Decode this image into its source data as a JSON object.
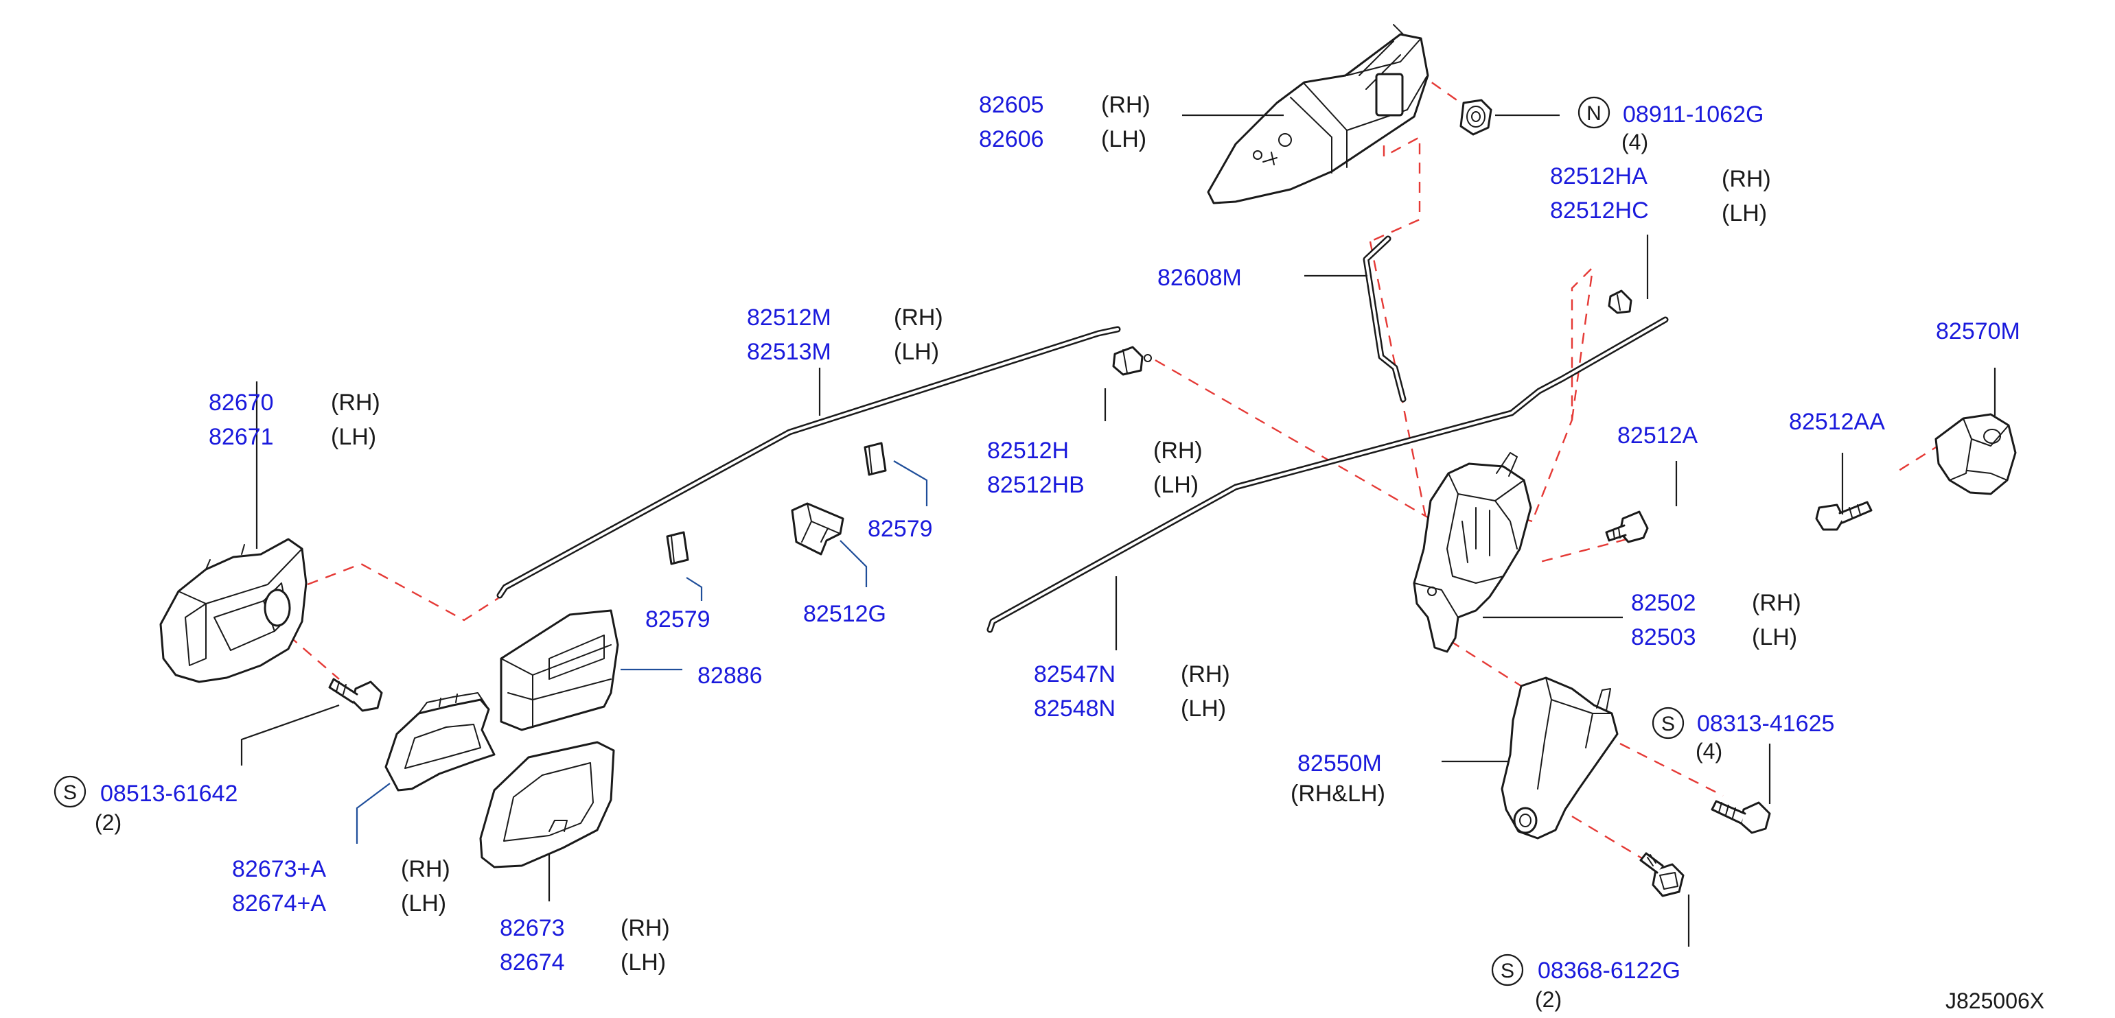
{
  "diagram_id": "J825006X",
  "callouts": {
    "c82605": {
      "part": "82605",
      "side": "(RH)"
    },
    "c82606": {
      "part": "82606",
      "side": "(LH)"
    },
    "c08911": {
      "prefix": "N",
      "part": "08911-1062G",
      "qty": "(4)"
    },
    "c82512HA": {
      "part": "82512HA",
      "side": "(RH)"
    },
    "c82512HC": {
      "part": "82512HC",
      "side": "(LH)"
    },
    "c82608M": {
      "part": "82608M"
    },
    "c82512M": {
      "part": "82512M",
      "side": "(RH)"
    },
    "c82513M": {
      "part": "82513M",
      "side": "(LH)"
    },
    "c82670": {
      "part": "82670",
      "side": "(RH)"
    },
    "c82671": {
      "part": "82671",
      "side": "(LH)"
    },
    "c82512H": {
      "part": "82512H",
      "side": "(RH)"
    },
    "c82512HB": {
      "part": "82512HB",
      "side": "(LH)"
    },
    "c82579a": {
      "part": "82579"
    },
    "c82579b": {
      "part": "82579"
    },
    "c82512G": {
      "part": "82512G"
    },
    "c82886": {
      "part": "82886"
    },
    "c82570M": {
      "part": "82570M"
    },
    "c82512A": {
      "part": "82512A"
    },
    "c82512AA": {
      "part": "82512AA"
    },
    "c82502": {
      "part": "82502",
      "side": "(RH)"
    },
    "c82503": {
      "part": "82503",
      "side": "(LH)"
    },
    "c82547N": {
      "part": "82547N",
      "side": "(RH)"
    },
    "c82548N": {
      "part": "82548N",
      "side": "(LH)"
    },
    "c08313": {
      "prefix": "S",
      "part": "08313-41625",
      "qty": "(4)"
    },
    "c82550M": {
      "part": "82550M",
      "side": "(RH&LH)"
    },
    "c08513": {
      "prefix": "S",
      "part": "08513-61642",
      "qty": "(2)"
    },
    "c82673A": {
      "part": "82673+A",
      "side": "(RH)"
    },
    "c82674A": {
      "part": "82674+A",
      "side": "(LH)"
    },
    "c82673": {
      "part": "82673",
      "side": "(RH)"
    },
    "c82674": {
      "part": "82674",
      "side": "(LH)"
    },
    "c08368": {
      "prefix": "S",
      "part": "08368-6122G",
      "qty": "(2)"
    }
  },
  "colors": {
    "part_number": "#1a1adc",
    "text": "#1a1a1a",
    "assembly_dash": "#e53935",
    "leader_blue": "#1f4e9a"
  }
}
